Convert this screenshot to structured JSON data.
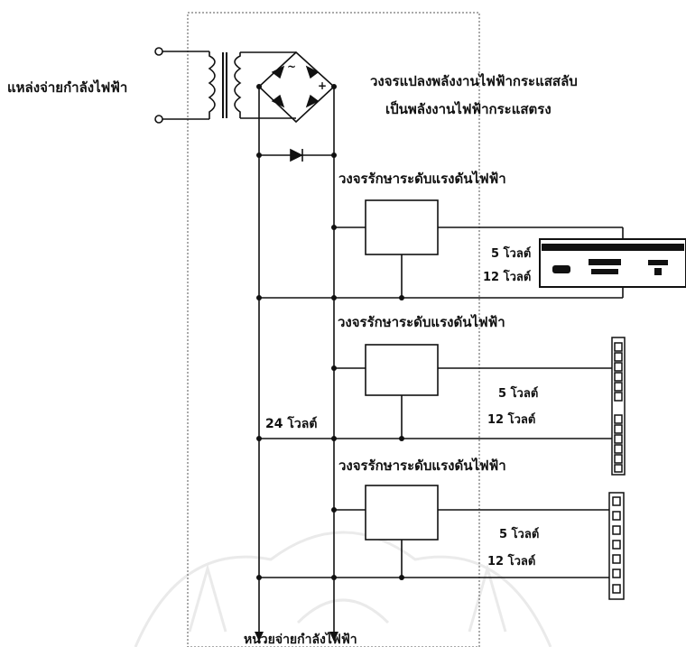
{
  "diagram": {
    "source_label": "แหล่งจ่ายกำลังไฟฟ้า",
    "rectifier_line1": "วงจรแปลงพลังงานไฟฟ้ากระแสสลับ",
    "rectifier_line2": "เป็นพลังงานไฟฟ้ากระแสตรง",
    "regulators": [
      {
        "label": "วงจรรักษาระดับแรงดันไฟฟ้า",
        "out_5v": "5 โวลต์",
        "out_12v": "12 โวลต์"
      },
      {
        "label": "วงจรรักษาระดับแรงดันไฟฟ้า",
        "out_5v": "5 โวลต์",
        "out_12v": "12 โวลต์"
      },
      {
        "label": "วงจรรักษาระดับแรงดันไฟฟ้า",
        "out_5v": "5 โวลต์",
        "out_12v": "12 โวลต์"
      }
    ],
    "bus_voltage": "24 โวลต์",
    "unit_label": "หน่วยจ่ายกำลังไฟฟ้า",
    "rectifier_plus": "+",
    "rectifier_minus": "~"
  }
}
